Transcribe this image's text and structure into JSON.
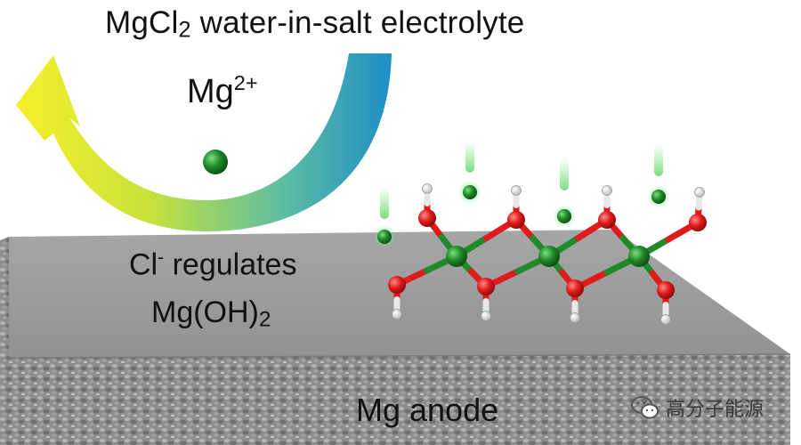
{
  "title": {
    "part1": "MgCl",
    "sub": "2",
    "part2": " water-in-salt electrolyte"
  },
  "ion_label": {
    "base": "Mg",
    "charge": "2+"
  },
  "chloride_text": {
    "line1_base": "Cl",
    "line1_charge": "-",
    "line1_rest": " regulates",
    "line2_base": "Mg(OH)",
    "line2_sub": "2"
  },
  "anode_label": "Mg anode",
  "watermark": {
    "text": "高分子能源",
    "icon": "wechat-icon"
  },
  "colors": {
    "magnesium": "#1f8a2a",
    "oxygen": "#e01b1b",
    "hydrogen": "#ffffff",
    "glow": "#5fdc6a",
    "arrow_start": "#f6ef2a",
    "arrow_end": "#1f8ec6",
    "slab_top": "#9c9c9c",
    "slab_side": "#8a8a8a"
  }
}
